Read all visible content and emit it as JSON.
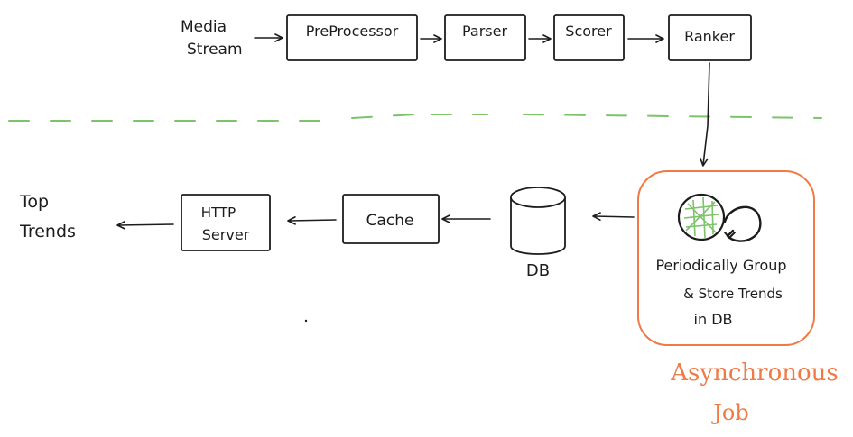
{
  "input": {
    "line1": "Media",
    "line2": "Stream"
  },
  "pipeline": [
    {
      "label": "PreProcessor"
    },
    {
      "label": "Parser"
    },
    {
      "label": "Scorer"
    },
    {
      "label": "Ranker"
    }
  ],
  "output": {
    "line1": "Top",
    "line2": "Trends"
  },
  "serving": {
    "http_line1": "HTTP",
    "http_line2": "Server",
    "cache": "Cache",
    "db": "DB"
  },
  "job": {
    "line1": "Periodically Group",
    "line2": "& Store Trends",
    "line3": "in DB",
    "tag_line1": "Asynchronous",
    "tag_line2": "Job"
  },
  "colors": {
    "ink": "#1c1c1c",
    "divider": "#7cc36a",
    "async": "#f07a45",
    "cluster": "#7cc36a"
  }
}
